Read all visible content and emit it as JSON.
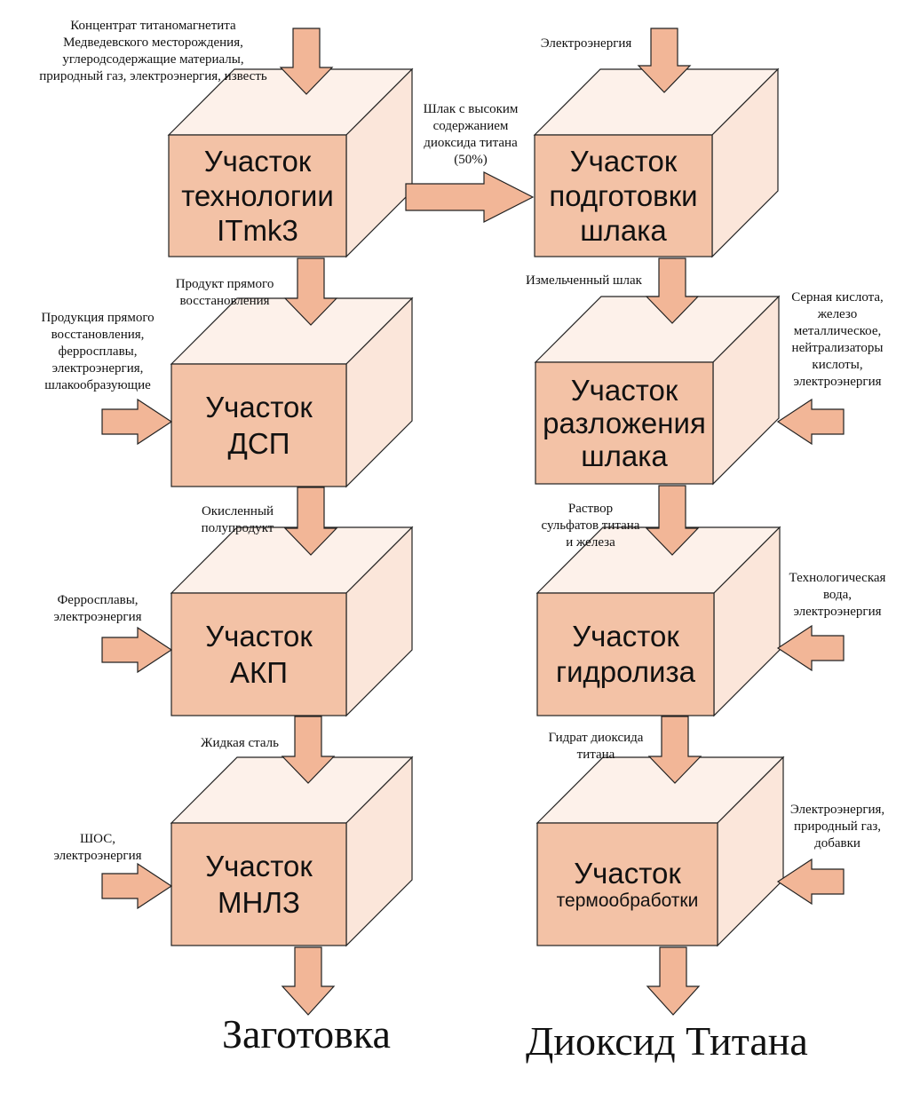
{
  "colors": {
    "face": "#f3c2a6",
    "side": "#fbe6da",
    "top": "#fdf1ea",
    "edge": "#222222",
    "arrow": "#f2b697"
  },
  "boxes": {
    "itmk3": [
      "Участок",
      "технологии",
      "ITmk3"
    ],
    "dsp": [
      "Участок",
      "ДСП"
    ],
    "akp": [
      "Участок",
      "АКП"
    ],
    "mnlz": [
      "Участок",
      "МНЛЗ"
    ],
    "slag_prep": [
      "Участок",
      "подготовки",
      "шлака"
    ],
    "slag_decomp": [
      "Участок",
      "разложения",
      "шлака"
    ],
    "hydrolysis": [
      "Участок",
      "гидролиза"
    ],
    "thermo": [
      "Участок",
      "термообработки"
    ]
  },
  "labels": {
    "in_itmk3": [
      "Концентрат титаномагнетита",
      "Медведевского месторождения,",
      "углеродсодержащие материалы,",
      "природный газ, электроэнергия, известь"
    ],
    "in_slag_prep": [
      "Электроэнергия"
    ],
    "slag_transfer": [
      "Шлак с высоким",
      "содержанием",
      "диоксида титана",
      "(50%)"
    ],
    "direct_product": [
      "Продукт прямого",
      "восстановления"
    ],
    "in_dsp": [
      "Продукция прямого",
      "восстановления,",
      "ферросплавы,",
      "электроэнергия,",
      "шлакообразующие"
    ],
    "oxidized": [
      "Окисленный",
      "полупродукт"
    ],
    "in_akp": [
      "Ферросплавы,",
      "электроэнергия"
    ],
    "liquid_steel": [
      "Жидкая сталь"
    ],
    "in_mnlz": [
      "ШОС,",
      "электроэнергия"
    ],
    "ground_slag": [
      "Измельченный шлак"
    ],
    "in_decomp": [
      "Серная кислота,",
      "железо",
      "металлическое,",
      "нейтрализаторы",
      "кислоты,",
      "электроэнергия"
    ],
    "sulfate_solution": [
      "Раствор",
      "сульфатов титана",
      "и железа"
    ],
    "in_hydrolysis": [
      "Технологическая",
      "вода,",
      "электроэнергия"
    ],
    "hydrate": [
      "Гидрат диоксида",
      "титана"
    ],
    "in_thermo": [
      "Электроэнергия,",
      "природный газ,",
      "добавки"
    ]
  },
  "outputs": {
    "left": "Заготовка",
    "right": "Диоксид Титана"
  }
}
